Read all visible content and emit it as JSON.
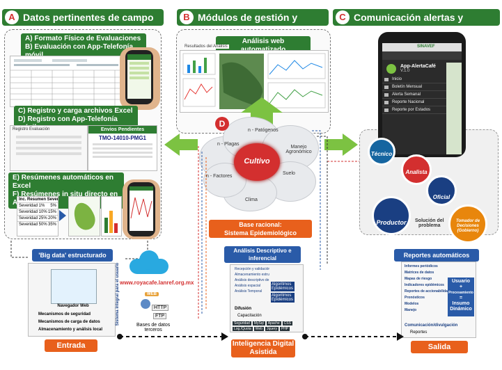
{
  "headers": {
    "a": {
      "letter": "A",
      "title": "Datos pertinentes de campo"
    },
    "b": {
      "letter": "B",
      "title": "Módulos de gestión y análisis"
    },
    "c": {
      "letter": "C",
      "title": "Comunicación alertas y riesgos"
    }
  },
  "panel_a": {
    "label_ab": [
      "A) Formato Físico de Evaluaciones",
      "B) Evaluación con App-Telefonía móvil"
    ],
    "label_cd": [
      "C) Registro y carga archivos Excel",
      "D) Registro con App-Telefonía móvil"
    ],
    "label_ef": [
      "E) Resúmenes automáticos en Excel",
      "F) Resúmenes in situ directo en App"
    ],
    "registro_title": "Registro Evaluación",
    "envios_title": "Envios Pendientes",
    "envio_code": "TMO-14010-PMG1",
    "resumen_title": "Inc. Resumen Severidad Roya",
    "resumen_rows": [
      [
        "Severidad 1%",
        "5%"
      ],
      [
        "Severidad 10%",
        "15%"
      ],
      [
        "Severidad 25%",
        "20%"
      ],
      [
        "Severidad 50%",
        "35%"
      ]
    ]
  },
  "panel_b": {
    "analisis_label": "Análisis web automatizado",
    "resultados_label": "Resultados del Análisis"
  },
  "center": {
    "d_letter": "D",
    "cultivo": "Cultivo",
    "patogenos": "n - Patógenos",
    "plagas": "n - Plagas",
    "manejo": "Manejo Agronómico",
    "factores": "n - Factores",
    "suelo": "Suelo",
    "clima": "Clima",
    "base_racional": [
      "Base racional:",
      "Sistema Epidemiológico"
    ]
  },
  "panel_c": {
    "app_name": "App-AlertaCafé",
    "app_version": "V.1.0",
    "sinavef": "SINAVEF",
    "menu": [
      "Inicio",
      "Boletín Mensual",
      "Alerta Semanal",
      "Reporte Nacional",
      "Reporte por Estados"
    ],
    "roles": {
      "tecnico": "Técnico",
      "analista": "Analista",
      "oficial": "Oficial",
      "productor": "Productor",
      "tomador": "Tomador de Decisiones (Gobierno)"
    },
    "solucion": [
      "Solución del",
      "problema"
    ]
  },
  "bottom": {
    "bigdata_title": "'Big data' estructurado",
    "navegador": "Navegador Web",
    "sistema_vertical": "Sistema integral para el usuario",
    "mecanismos_seguridad": "Mecanismos de seguridad",
    "mecanismos_carga": "Mecanismos de carga de datos",
    "almacenamiento": "Almacenamiento y análisis local",
    "entrada": "Entrada",
    "url": "www.royacafe.lanref.org.mx",
    "web_label": "WEB",
    "http": "HTTP",
    "ftp": "FTP",
    "bases_datos": [
      "Bases de datos",
      "terceros"
    ],
    "analisis_title": [
      "Análisis Descriptivo e",
      "inferencial"
    ],
    "analisis_items": [
      "Recepción y validación de datos (usuarios)",
      "Almacenamiento estructural de datos",
      "Análisis descriptivo de datos",
      "Análisis espacial",
      "Análisis Temporal"
    ],
    "algoritmos": [
      "Algoritmos Epidémicos",
      "Algoritmos Epidémicos"
    ],
    "difusion": "Difusión",
    "capacitacion": "Capacitación",
    "tech_labels": [
      "Seguridad",
      "MySql",
      "Apache",
      "CSS",
      "Log./Quota",
      "Web",
      "Jquery",
      "PHP"
    ],
    "inteligencia": [
      "Inteligencia Digital",
      "Asistida"
    ],
    "reportes_title": "Reportes automáticos",
    "reportes_items": [
      "Informes periódicos",
      "Matrices de datos",
      "Mapas de riesgo",
      "Indicadores epidémicos",
      "Reportes de accionabilidad",
      "Pronósticos",
      "Modelos",
      "Manejo"
    ],
    "usuario_box": [
      "Usuario",
      "+",
      "Procesamiento",
      "=",
      "Insumo",
      "Dinámico"
    ],
    "comunicacion": "Comunicación/divulgación",
    "reportes_small": "Reportes",
    "salida": "Salida"
  },
  "colors": {
    "header_green": "#2e7d32",
    "arrow_green": "#7cc242",
    "blue": "#2a5ba8",
    "orange": "#e8601c",
    "cultivo_red": "#d32f2f"
  }
}
